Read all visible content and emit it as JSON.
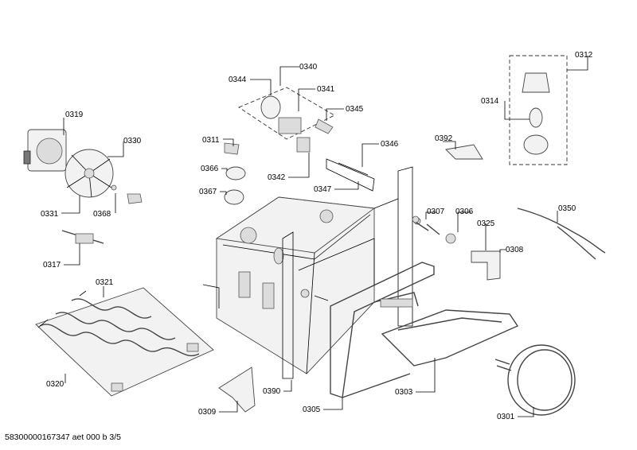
{
  "labels": {
    "p0319": "0319",
    "p0330": "0330",
    "p0331": "0331",
    "p0368": "0368",
    "p0317": "0317",
    "p0321": "0321",
    "p0320": "0320",
    "p0344": "0344",
    "p0340": "0340",
    "p0341": "0341",
    "p0345": "0345",
    "p0311": "0311",
    "p0366": "0366",
    "p0367": "0367",
    "p0342": "0342",
    "p0346": "0346",
    "p0347": "0347",
    "p0392": "0392",
    "p0312": "0312",
    "p0314": "0314",
    "p0307": "0307",
    "p0306": "0306",
    "p0325": "0325",
    "p0308": "0308",
    "p0350": "0350",
    "p0390": "0390",
    "p0305": "0305",
    "p0303": "0303",
    "p0309": "0309",
    "p0301": "0301"
  },
  "footer": "58300000167347 aet 000 b 3/5"
}
